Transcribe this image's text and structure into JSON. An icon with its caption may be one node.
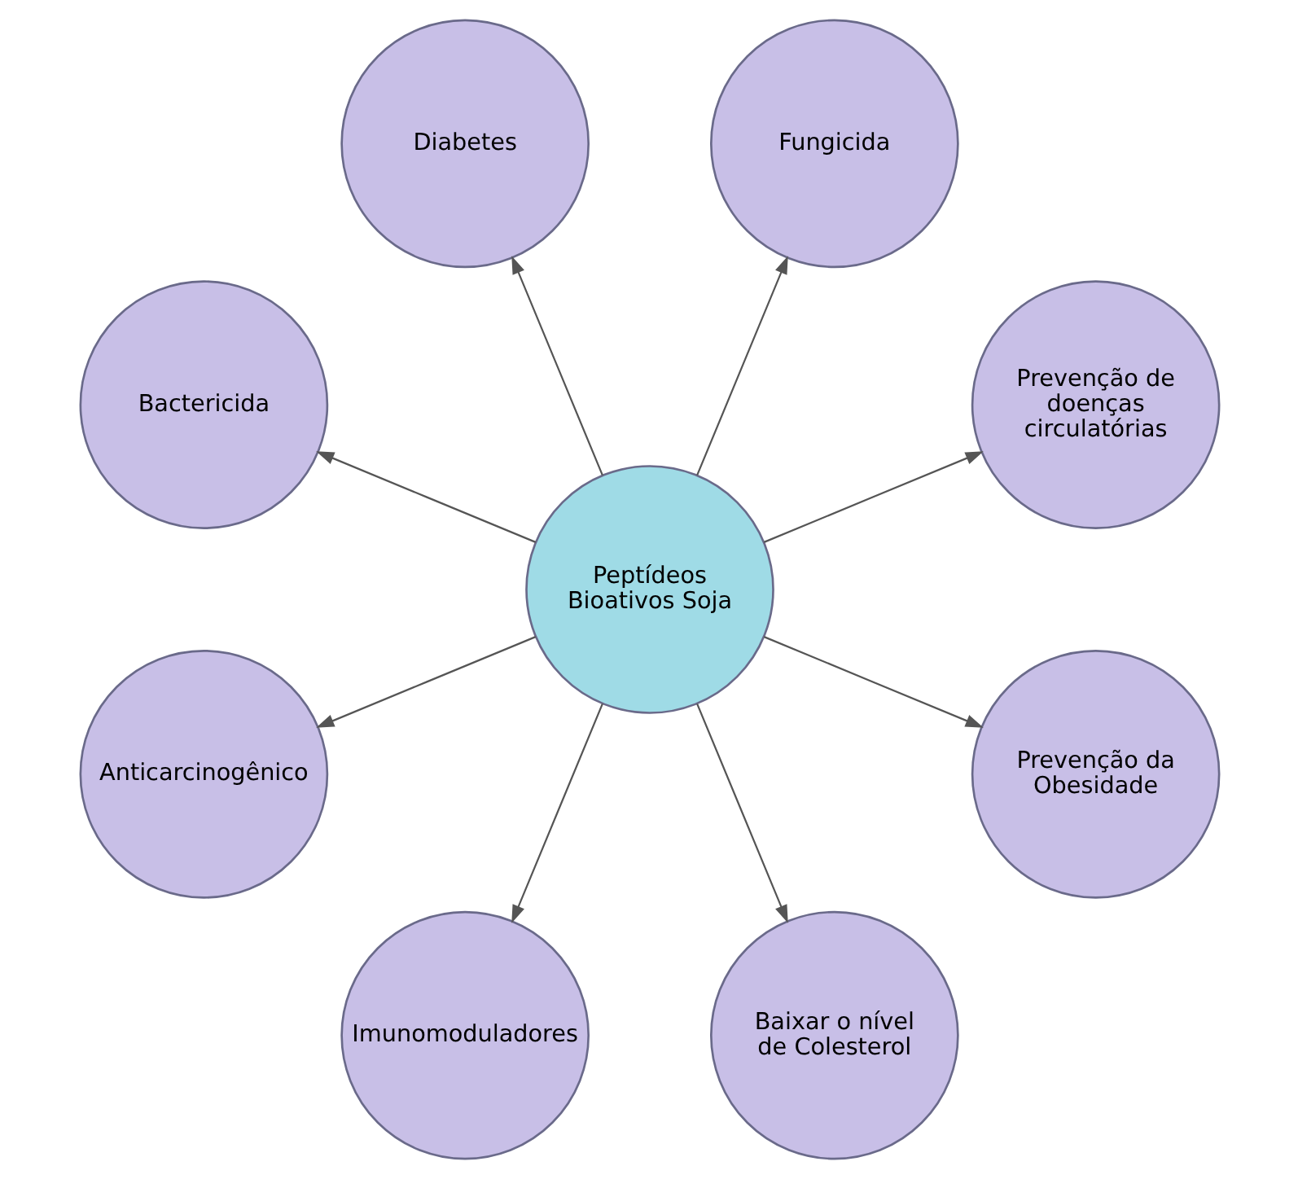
{
  "diagram": {
    "nodes": [
      {
        "text": [
          "Prevenção de doenças circulatórias"
        ]
      },
      {
        "text": [
          "Fungicida"
        ]
      },
      {
        "text": [
          "Diabetes"
        ]
      },
      {
        "text": [
          "Bactericida"
        ]
      },
      {
        "text": [
          "Peptídeos Bioativos Soja"
        ]
      },
      {
        "text": [
          "Anticarcinogênico"
        ]
      },
      {
        "text": [
          "Imunomoduladores"
        ]
      },
      {
        "text": [
          "Baixar o nível de Colesterol"
        ]
      },
      {
        "text": [
          "Prevenção da Obesidade"
        ]
      }
    ],
    "edges": [
      {
        "from": 4,
        "to": 0,
        "arrow": "to"
      },
      {
        "from": 4,
        "to": 2,
        "arrow": "to"
      },
      {
        "from": 4,
        "to": 5,
        "arrow": "to"
      },
      {
        "from": 4,
        "to": 7,
        "arrow": "to"
      },
      {
        "from": 4,
        "to": 8,
        "arrow": "to"
      },
      {
        "from": 4,
        "to": 6,
        "arrow": "to"
      },
      {
        "from": 4,
        "to": 3,
        "arrow": "to"
      },
      {
        "from": 4,
        "to": 1,
        "arrow": "to"
      }
    ]
  }
}
